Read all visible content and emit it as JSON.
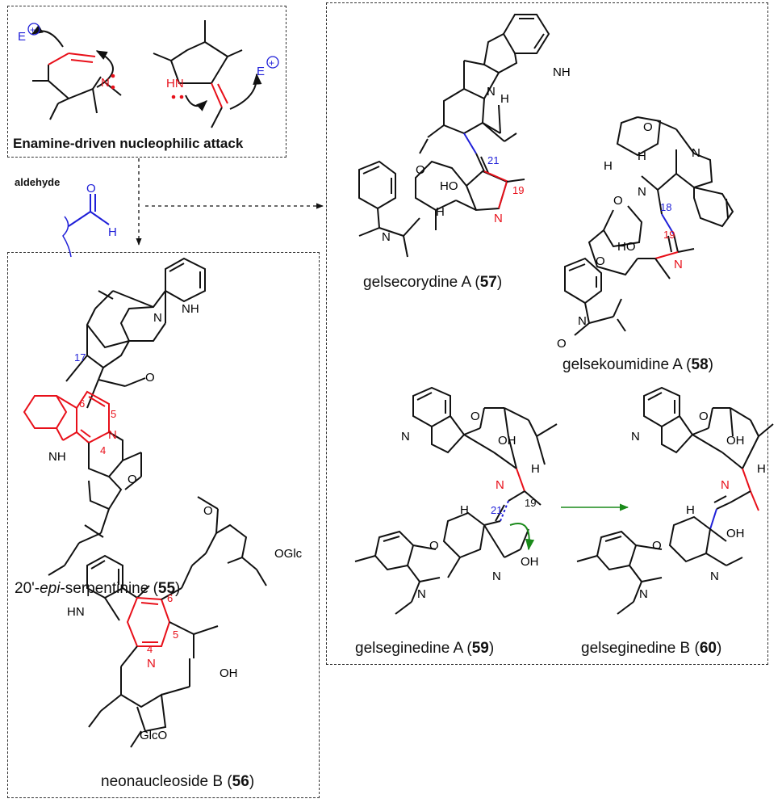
{
  "colors": {
    "red": "#e8101a",
    "blue": "#1f1fd8",
    "green": "#1a8a1a",
    "black": "#111111"
  },
  "box1": {
    "electrophile": "E",
    "heading": "Enamine-driven nucleophilic attack",
    "n_atom": "N",
    "nh_atom": "HN"
  },
  "aldehyde": {
    "label": "aldehyde",
    "o": "O",
    "h": "H"
  },
  "compounds": [
    {
      "pre": "20'-",
      "italic": "epi",
      "name": "-serpentinine (",
      "num": "55",
      "post": ")"
    },
    {
      "pre": "",
      "italic": "",
      "name": "neonaucleoside B (",
      "num": "56",
      "post": ")"
    },
    {
      "pre": "",
      "italic": "",
      "name": "gelsecorydine A (",
      "num": "57",
      "post": ")"
    },
    {
      "pre": "",
      "italic": "",
      "name": "gelsekoumidine A (",
      "num": "58",
      "post": ")"
    },
    {
      "pre": "",
      "italic": "",
      "name": "gelseginedine A (",
      "num": "59",
      "post": ")"
    },
    {
      "pre": "",
      "italic": "",
      "name": "gelseginedine B (",
      "num": "60",
      "post": ")"
    }
  ],
  "numbering": {
    "n17": "17",
    "n6": "6",
    "n5": "5",
    "n4": "4",
    "m6": "6",
    "m5": "5",
    "m4": "4",
    "g21": "21",
    "g19": "19",
    "k18": "18",
    "k19": "19",
    "h21": "21",
    "h19": "19"
  },
  "atoms": {
    "N": "N",
    "NH": "NH",
    "HN": "HN",
    "H": "H",
    "O": "O",
    "OH": "OH",
    "HO": "HO",
    "Nplus": "N",
    "OGlc": "OGlc",
    "GlcO": "GlcO",
    "OH_acid": "OH"
  }
}
